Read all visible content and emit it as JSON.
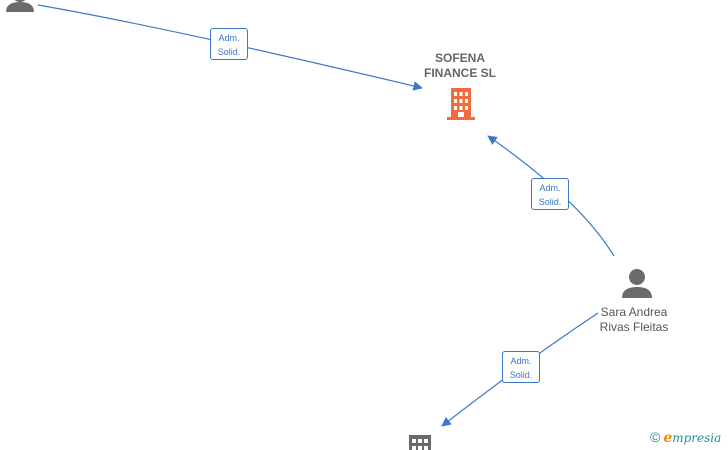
{
  "company": {
    "name_line1": "SOFENA",
    "name_line2": "FINANCE  SL",
    "icon": "building-icon",
    "color": "#f26b3a"
  },
  "person": {
    "name_line1": "Sara Andrea",
    "name_line2": "Rivas Fleitas",
    "icon": "person-icon",
    "color": "#6b6b6b"
  },
  "edges": [
    {
      "line1": "Adm.",
      "line2": "Solid."
    },
    {
      "line1": "Adm.",
      "line2": "Solid."
    },
    {
      "line1": "Adm.",
      "line2": "Solid."
    }
  ],
  "brand": {
    "copyright": "©",
    "logo_initial": "e",
    "logo_rest": "mpresia"
  },
  "colors": {
    "edge": "#3a78c8",
    "company": "#f26b3a",
    "node_gray": "#6b6b6b"
  }
}
